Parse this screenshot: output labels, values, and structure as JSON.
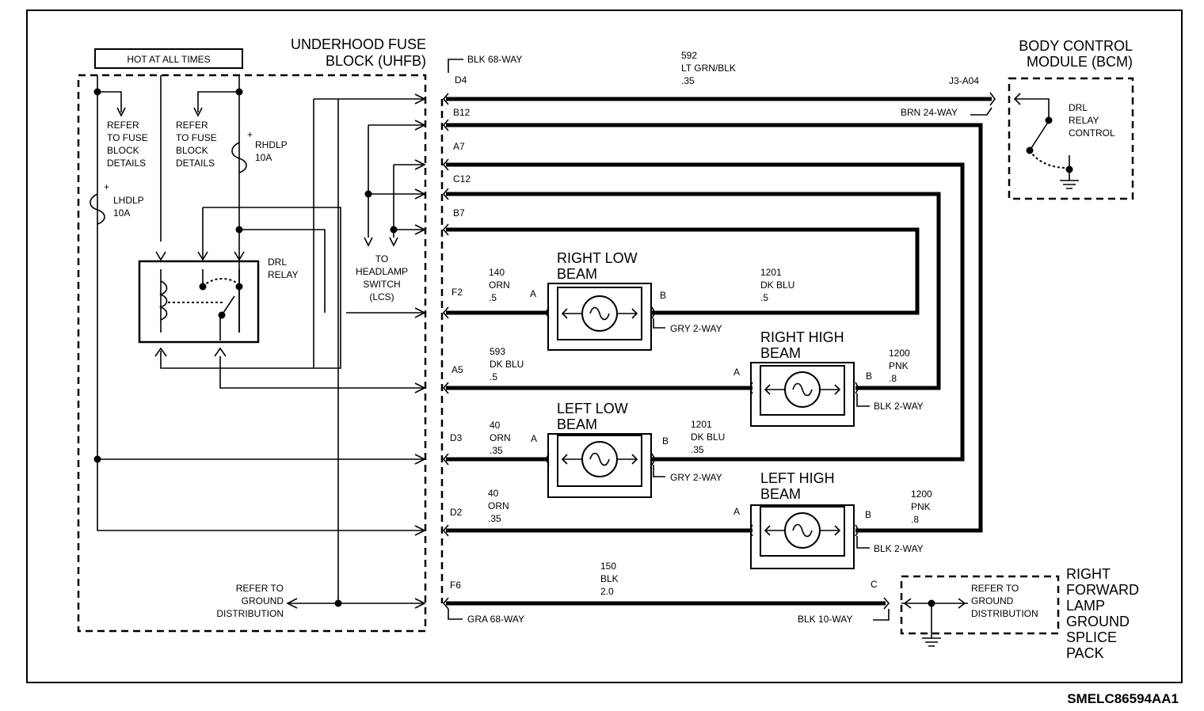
{
  "diagram_id": "SMELC86594AA1",
  "uhfb": {
    "title_l1": "UNDERHOOD FUSE",
    "title_l2": "BLOCK (UHFB)",
    "hot_label": "HOT AT ALL TIMES"
  },
  "refer_fuse_1": [
    "REFER",
    "TO FUSE",
    "BLOCK",
    "DETAILS"
  ],
  "refer_fuse_2": [
    "REFER",
    "TO FUSE",
    "BLOCK",
    "DETAILS"
  ],
  "rhdlp": {
    "name": "RHDLP",
    "amps": "10A"
  },
  "lhdlp": {
    "name": "LHDLP",
    "amps": "10A"
  },
  "drl_relay": [
    "DRL",
    "RELAY"
  ],
  "headlamp_switch": [
    "TO",
    "HEADLAMP",
    "SWITCH",
    "(LCS)"
  ],
  "ground_left": [
    "REFER TO",
    "GROUND",
    "DISTRIBUTION"
  ],
  "bcm": {
    "title_l1": "BODY CONTROL",
    "title_l2": "MODULE (BCM)",
    "control": [
      "DRL",
      "RELAY",
      "CONTROL"
    ]
  },
  "connectors": {
    "blk68": "BLK 68-WAY",
    "brn24": "BRN 24-WAY",
    "j3": "J3-A04",
    "gra68": "GRA 68-WAY",
    "blk10": "BLK 10-WAY",
    "gry2_a": "GRY 2-WAY",
    "gry2_b": "GRY 2-WAY",
    "blk2_a": "BLK 2-WAY",
    "blk2_b": "BLK 2-WAY"
  },
  "pins": {
    "d4": "D4",
    "b12": "B12",
    "a7": "A7",
    "c12": "C12",
    "b7": "B7",
    "f2": "F2",
    "a5": "A5",
    "d3": "D3",
    "d2": "D2",
    "f6": "F6",
    "c": "C"
  },
  "wires": {
    "w592": [
      "592",
      "LT GRN/BLK",
      ".35"
    ],
    "w140": [
      "140",
      "ORN",
      ".5"
    ],
    "w1201a": [
      "1201",
      "DK BLU",
      ".5"
    ],
    "w593": [
      "593",
      "DK BLU",
      ".5"
    ],
    "w1200a": [
      "1200",
      "PNK",
      ".8"
    ],
    "w40a": [
      "40",
      "ORN",
      ".35"
    ],
    "w1201b": [
      "1201",
      "DK BLU",
      ".35"
    ],
    "w40b": [
      "40",
      "ORN",
      ".35"
    ],
    "w1200b": [
      "1200",
      "PNK",
      ".8"
    ],
    "w150": [
      "150",
      "BLK",
      "2.0"
    ]
  },
  "lamps": {
    "right_low": [
      "RIGHT LOW",
      "BEAM"
    ],
    "right_high": [
      "RIGHT HIGH",
      "BEAM"
    ],
    "left_low": [
      "LEFT LOW",
      "BEAM"
    ],
    "left_high": [
      "LEFT HIGH",
      "BEAM"
    ]
  },
  "lamp_pins": {
    "a": "A",
    "b": "B"
  },
  "ground_right": [
    "REFER TO",
    "GROUND",
    "DISTRIBUTION"
  ],
  "splice_pack": [
    "RIGHT",
    "FORWARD",
    "LAMP",
    "GROUND",
    "SPLICE",
    "PACK"
  ]
}
